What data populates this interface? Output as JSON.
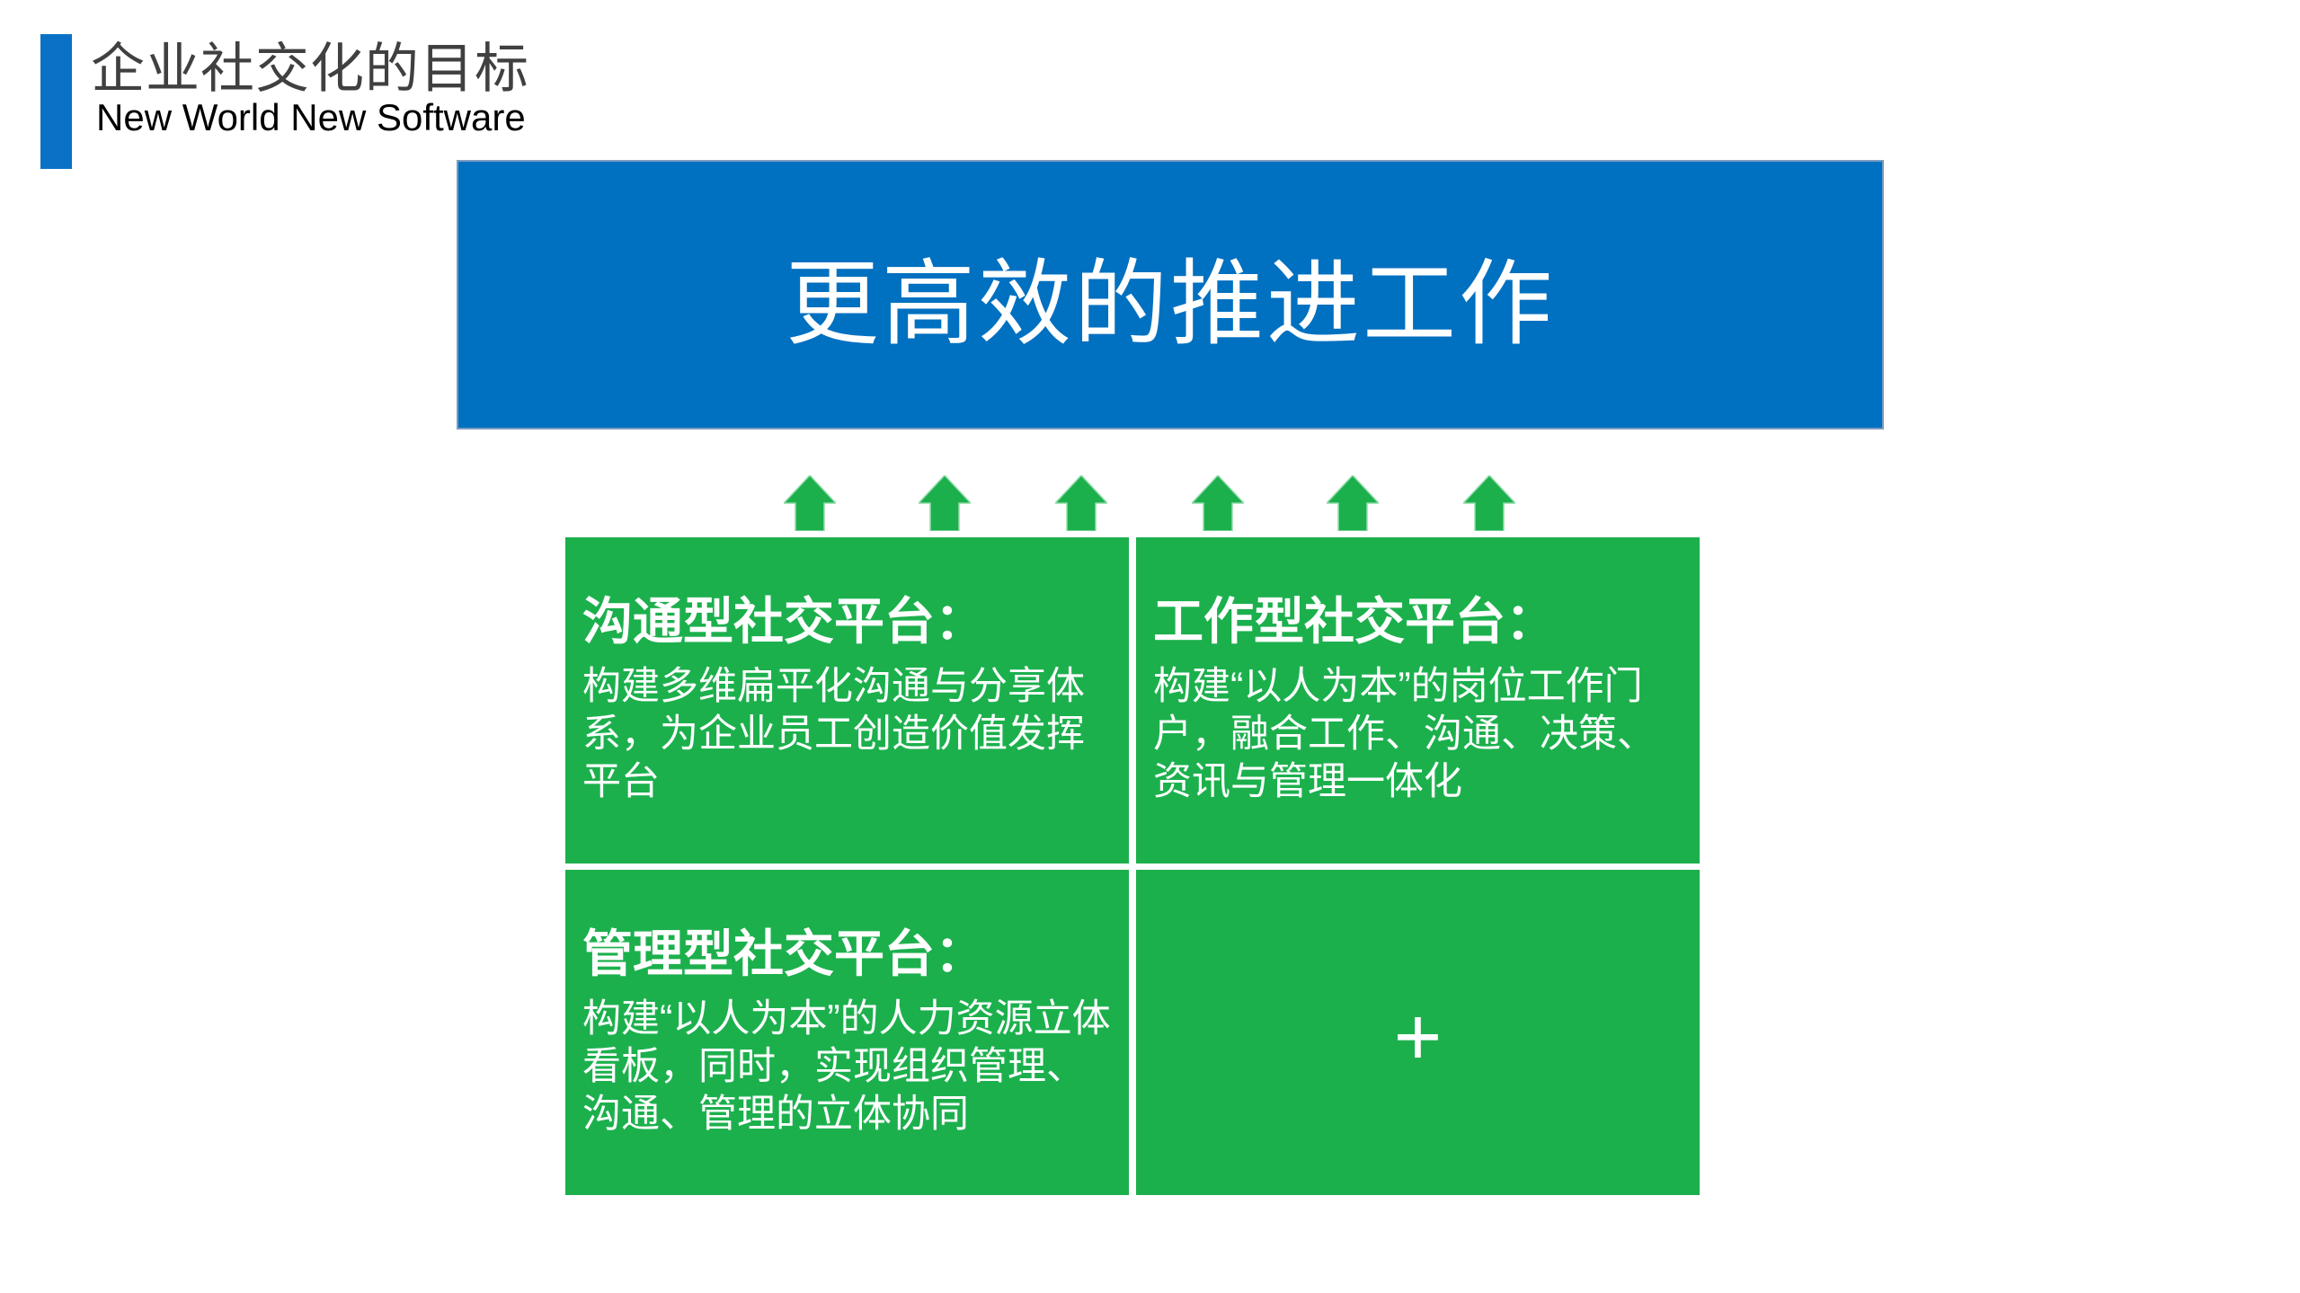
{
  "header": {
    "title": "企业社交化的目标",
    "subtitle": "New World New Software"
  },
  "banner": {
    "text": "更高效的推进工作"
  },
  "arrows": {
    "count": 6,
    "direction": "up"
  },
  "boxes": [
    {
      "title": "沟通型社交平台：",
      "desc": "构建多维扁平化沟通与分享体系，为企业员工创造价值发挥平台"
    },
    {
      "title": "工作型社交平台：",
      "desc": "构建“以人为本”的岗位工作门户，融合工作、沟通、决策、资讯与管理一体化"
    },
    {
      "title": "管理型社交平台：",
      "desc": "构建“以人为本”的人力资源立体看板，同时，实现组织管理、沟通、管理的立体协同"
    },
    {
      "plus": "+"
    }
  ],
  "colors": {
    "banner_blue": "#0070C0",
    "accent_blue": "#0A72C6",
    "box_green": "#1CB04D",
    "title_gray": "#404040",
    "text_white": "#FFFFFF"
  }
}
